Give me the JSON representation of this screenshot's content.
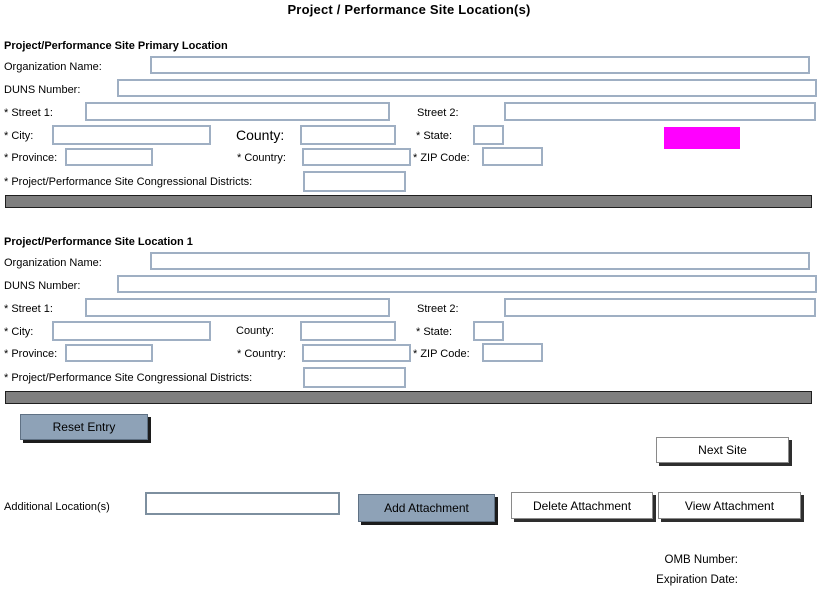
{
  "title": "Project / Performance Site Location(s)",
  "sections": [
    {
      "header": "Project/Performance Site Primary Location",
      "fields": {
        "organization_name_label": "Organization Name:",
        "duns_label": "DUNS Number:",
        "street1_label": "* Street 1:",
        "street2_label": "Street 2:",
        "city_label": "* City:",
        "county_label": "County:",
        "state_label": "* State:",
        "province_label": "* Province:",
        "country_label": "* Country:",
        "zip_label": "* ZIP Code:",
        "congressional_label": "* Project/Performance Site Congressional Districts:"
      },
      "values": {
        "organization_name": "",
        "duns": "",
        "street1": "",
        "street2": "",
        "city": "",
        "county": "",
        "state": "",
        "province": "",
        "country": "",
        "zip": "",
        "congressional_districts": ""
      }
    },
    {
      "header": "Project/Performance Site Location 1",
      "fields": {
        "organization_name_label": "Organization Name:",
        "duns_label": "DUNS Number:",
        "street1_label": "* Street 1:",
        "street2_label": "Street 2:",
        "city_label": "* City:",
        "county_label": "County:",
        "state_label": "* State:",
        "province_label": "* Province:",
        "country_label": "* Country:",
        "zip_label": "* ZIP Code:",
        "congressional_label": "* Project/Performance Site Congressional Districts:"
      },
      "values": {
        "organization_name": "",
        "duns": "",
        "street1": "",
        "street2": "",
        "city": "",
        "county": "",
        "state": "",
        "province": "",
        "country": "",
        "zip": "",
        "congressional_districts": ""
      }
    }
  ],
  "buttons": {
    "reset_entry": "Reset Entry",
    "next_site": "Next Site",
    "add_attachment": "Add Attachment",
    "delete_attachment": "Delete Attachment",
    "view_attachment": "View Attachment"
  },
  "additional_locations": {
    "label": "Additional Location(s)",
    "value": ""
  },
  "footer": {
    "omb_label": "OMB Number:",
    "expiration_label": "Expiration Date:"
  },
  "colors": {
    "highlight": "#ff00ff",
    "button_fill": "#8ea2b7",
    "divider_bar": "#7f7f7f",
    "input_border": "#9fafc3"
  }
}
